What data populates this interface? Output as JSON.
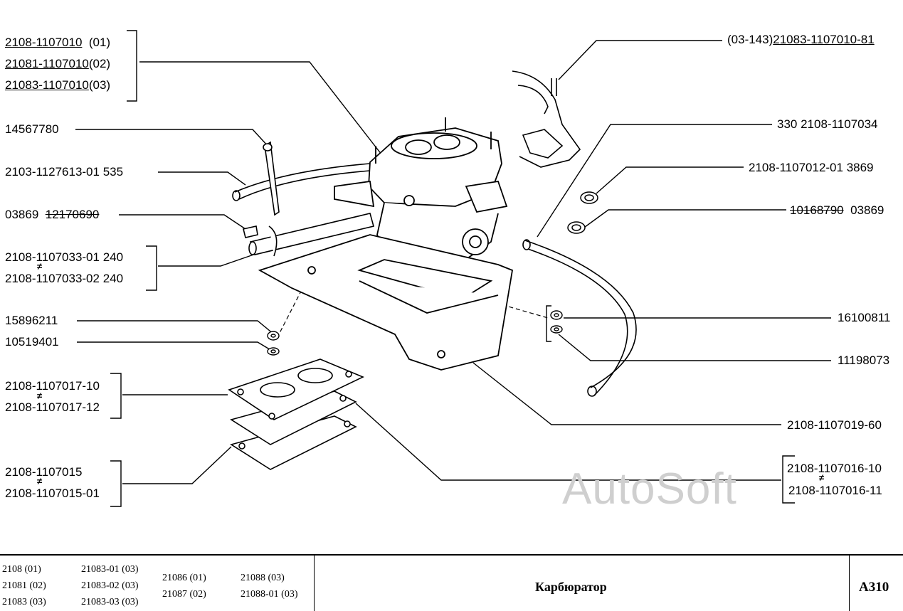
{
  "labels": {
    "carb_01": "2108-1107010",
    "carb_01_var": "(01)",
    "carb_02": "21081-1107010",
    "carb_02_var": "(02)",
    "carb_03": "21083-1107010",
    "carb_03_var": "(03)",
    "screw": "14567780",
    "hose": "2103-1127613-01  535",
    "clip_a": "03869",
    "clip_b": "12170690",
    "tube_1": "2108-1107033-01  240",
    "tube_2": "2108-1107033-02  240",
    "nut_left": "15896211",
    "washer_left": "10519401",
    "gasket_1": "2108-1107017-10",
    "gasket_2": "2108-1107017-12",
    "spacer_1": "2108-1107015",
    "spacer_2": "2108-1107015-01",
    "stud_var": "(03-143)",
    "stud": "21083-1107010-81",
    "hose_right": "330  2108-1107034",
    "clamp": "2108-1107012-01  3869",
    "clamp2_a": "10168790",
    "clamp2_b": "03869",
    "nut_right": "16100811",
    "washer_right": "11198073",
    "plate": "2108-1107019-60",
    "gasket_r1": "2108-1107016-10",
    "gasket_r2": "2108-1107016-11"
  },
  "watermark": "AutoSoft",
  "title_block": {
    "models_col1": [
      "2108 (01)",
      "21081 (02)",
      "21083 (03)"
    ],
    "models_col2": [
      "21083-01 (03)",
      "21083-02 (03)",
      "21083-03 (03)"
    ],
    "models_col3": [
      "21086 (01)",
      "21087 (02)"
    ],
    "models_col4": [
      "21088 (03)",
      "21088-01 (03)"
    ],
    "title": "Карбюратор",
    "code": "A310"
  }
}
